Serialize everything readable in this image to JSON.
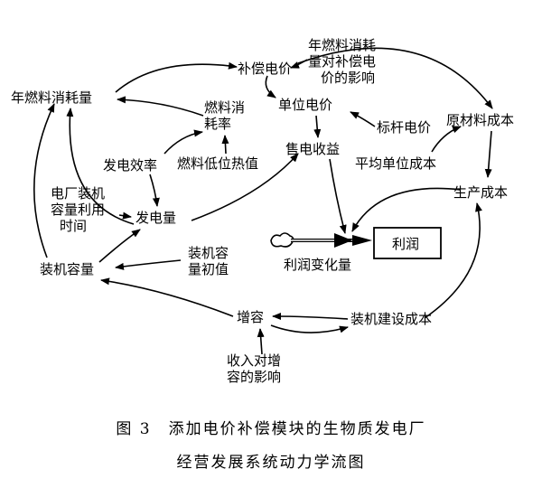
{
  "nodes": {
    "fuel_consumption": "年燃料消耗量",
    "compensation_price": "补偿电价",
    "fuel_effect": [
      "年燃料消耗",
      "量对补偿电",
      "价的影响"
    ],
    "unit_price": "单位电价",
    "benchmark_price": "标杆电价",
    "material_cost": "原材料成本",
    "fuel_rate": [
      "燃料消",
      "耗率"
    ],
    "sales_income": "售电收益",
    "avg_unit_cost": "平均单位成本",
    "efficiency": "发电效率",
    "low_heat": "燃料低位热值",
    "production_cost": "生产成本",
    "utilization_time": [
      "电厂装机",
      "容量利用",
      "时间"
    ],
    "generation": "发电量",
    "profit": "利润",
    "profit_change": "利润变化量",
    "capacity": "装机容量",
    "capacity_init": [
      "装机容",
      "量初值"
    ],
    "capacity_increase": "增容",
    "construction_cost": "装机建设成本",
    "income_effect": [
      "收入对增",
      "容的影响"
    ]
  },
  "caption": {
    "line1": "图 3　添加电价补偿模块的生物质发电厂",
    "line2": "经营发展系统动力学流图"
  }
}
